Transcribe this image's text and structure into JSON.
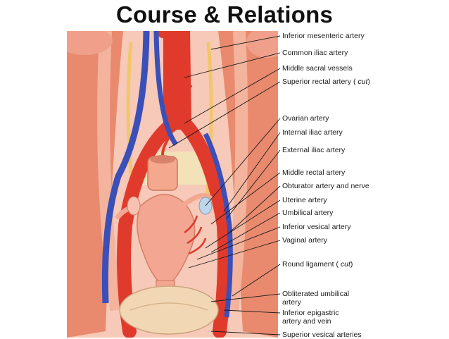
{
  "slide": {
    "title": "Course & Relations"
  },
  "labels": [
    {
      "id": "inferior-mesenteric-artery",
      "text": "Inferior mesenteric artery"
    },
    {
      "id": "common-iliac-artery",
      "text": "Common iliac artery"
    },
    {
      "id": "middle-sacral-vessels",
      "text": "Middle sacral vessels"
    },
    {
      "id": "superior-rectal-artery",
      "text": "Superior rectal artery (",
      "italic": "cut",
      "suffix": ")"
    },
    {
      "id": "ovarian-artery",
      "text": "Ovarian artery"
    },
    {
      "id": "internal-iliac-artery",
      "text": "Internal iliac artery"
    },
    {
      "id": "external-iliac-artery",
      "text": "External iliac artery"
    },
    {
      "id": "middle-rectal-artery",
      "text": "Middle rectal artery"
    },
    {
      "id": "obturator-artery-nerve",
      "text": "Obturator artery and nerve"
    },
    {
      "id": "uterine-artery",
      "text": "Uterine artery"
    },
    {
      "id": "umbilical-artery",
      "text": "Umbilical artery"
    },
    {
      "id": "inferior-vesical-artery",
      "text": "Inferior vesical artery"
    },
    {
      "id": "vaginal-artery",
      "text": "Vaginal artery"
    },
    {
      "id": "round-ligament",
      "text": "Round ligament (",
      "italic": "cut",
      "suffix": ")"
    },
    {
      "id": "obliterated-umbilical-artery",
      "text": "Obliterated umbilical",
      "line2": "artery"
    },
    {
      "id": "inferior-epigastric",
      "text": "Inferior epigastric",
      "line2": "artery and vein"
    },
    {
      "id": "superior-vesical-arteries",
      "text": "Superior vesical arteries"
    }
  ],
  "colors": {
    "artery": "#e03a2c",
    "vein": "#3b4fb8",
    "muscle": "#e8866a",
    "nerve": "#f2c66a",
    "organ": "#f0a994"
  }
}
